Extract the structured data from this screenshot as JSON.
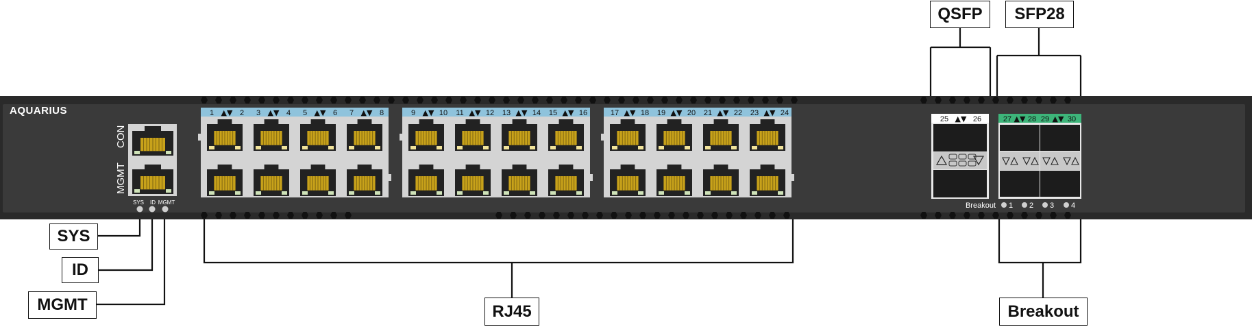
{
  "device": {
    "brand": "AQUARIUS",
    "console_label": "CON",
    "mgmt_port_label": "MGMT",
    "led_labels": [
      "SYS",
      "ID",
      "MGMT"
    ]
  },
  "rj45_groups": [
    {
      "pairs": [
        [
          "1",
          "2"
        ],
        [
          "3",
          "4"
        ],
        [
          "5",
          "6"
        ],
        [
          "7",
          "8"
        ]
      ]
    },
    {
      "pairs": [
        [
          "9",
          "10"
        ],
        [
          "11",
          "12"
        ],
        [
          "13",
          "14"
        ],
        [
          "15",
          "16"
        ]
      ]
    },
    {
      "pairs": [
        [
          "17",
          "18"
        ],
        [
          "19",
          "20"
        ],
        [
          "21",
          "22"
        ],
        [
          "23",
          "24"
        ]
      ]
    }
  ],
  "qsfp_group": {
    "pairs": [
      [
        "25",
        "26"
      ]
    ]
  },
  "sfp28_group": {
    "pairs": [
      [
        "27",
        "28"
      ],
      [
        "29",
        "30"
      ]
    ]
  },
  "breakout_row": {
    "label": "Breakout",
    "numbers": [
      "1",
      "2",
      "3",
      "4"
    ]
  },
  "port_arrows": "▲▼",
  "callouts": {
    "qsfp": "QSFP",
    "sfp28": "SFP28",
    "sys": "SYS",
    "id": "ID",
    "mgmt": "MGMT",
    "rj45": "RJ45",
    "breakout": "Breakout"
  },
  "colors": {
    "chassis": "#2a2a2a",
    "faceplate": "#3a3a3a",
    "rj45_header": "#8fc3dc",
    "sfp28_header": "#3db57a",
    "qsfp_header": "#ffffff",
    "port_bay": "#d4d4d4",
    "contacts": "#c8a21a",
    "port_led_on": "#f1e39a",
    "port_led_off": "#cfe3b8"
  }
}
